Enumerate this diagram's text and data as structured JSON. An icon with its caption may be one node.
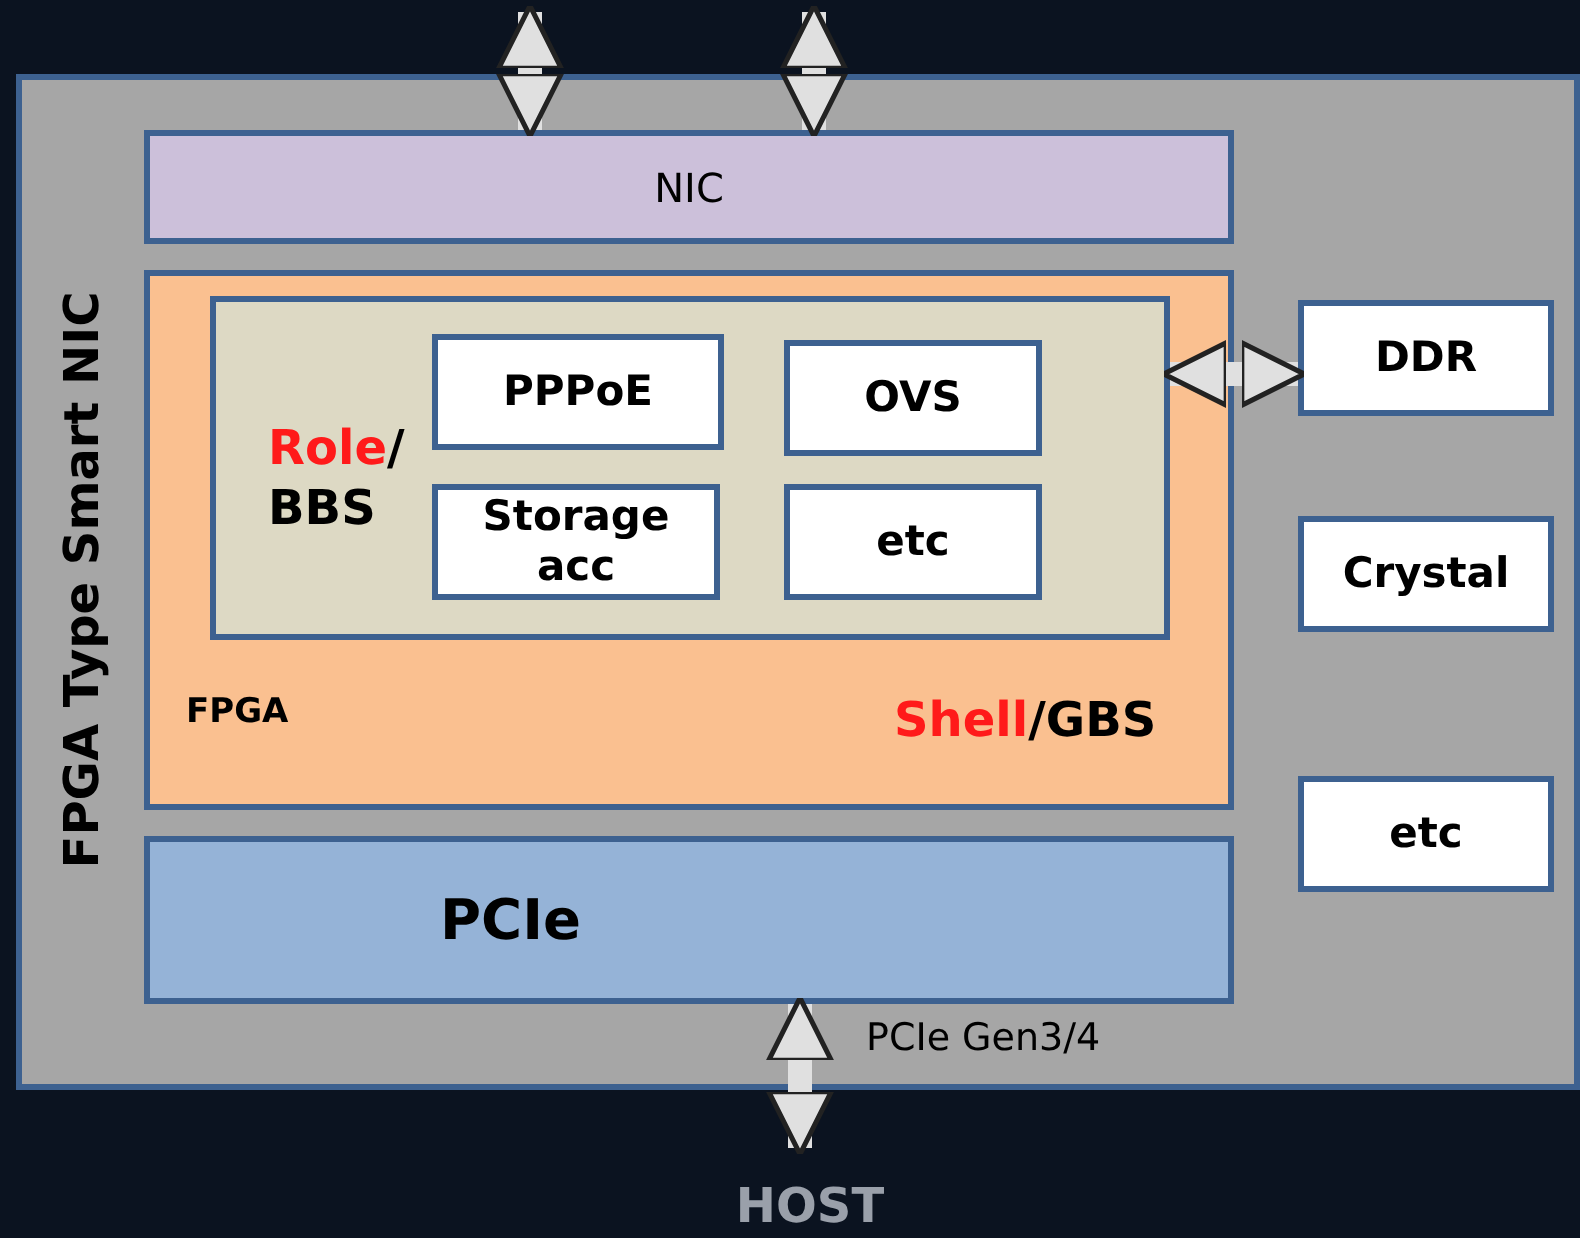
{
  "diagram": {
    "nodes": [
      {
        "text": [
          "FPGA Type Smart NIC"
        ]
      },
      {
        "text": [
          "NIC"
        ],
        "in": 0
      },
      {
        "text": [
          "FPGA",
          "Shell/GBS"
        ],
        "in": 0
      },
      {
        "text": [
          "Role/ BBS"
        ],
        "in": 2
      },
      {
        "text": [
          "PPPoE"
        ],
        "in": 3
      },
      {
        "text": [
          "OVS"
        ],
        "in": 3
      },
      {
        "text": [
          "Storage acc"
        ],
        "in": 3
      },
      {
        "text": [
          "etc"
        ],
        "in": 3
      },
      {
        "text": [
          "PCIe"
        ],
        "in": 0
      },
      {
        "text": [
          "DDR"
        ],
        "in": 0
      },
      {
        "text": [
          "Crystal"
        ],
        "in": 0
      },
      {
        "text": [
          "etc"
        ],
        "in": 0
      },
      {
        "text": [
          "HOST"
        ]
      }
    ],
    "edges": [
      {
        "from": null,
        "to": 1,
        "arrow": "both"
      },
      {
        "from": null,
        "to": 1,
        "arrow": "both"
      },
      {
        "from": 3,
        "to": 9,
        "arrow": "both"
      },
      {
        "from": 8,
        "to": 12,
        "arrow": "both",
        "label": "PCIe Gen3/4"
      }
    ]
  }
}
